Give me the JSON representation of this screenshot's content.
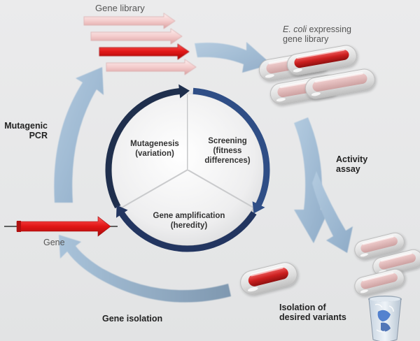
{
  "title": "Directed evolution cycle",
  "labels": {
    "gene_library": "Gene library",
    "ecoli_italic": "E. coli",
    "ecoli_rest": " expressing",
    "ecoli_line2": "gene library",
    "mutagenic_line1": "Mutagenic",
    "mutagenic_line2": "PCR",
    "activity_line1": "Activity",
    "activity_line2": "assay",
    "gene": "Gene",
    "gene_isolation": "Gene isolation",
    "isolation_line1": "Isolation of",
    "isolation_line2": "desired variants"
  },
  "cycle": {
    "segments": [
      {
        "line1": "Mutagenesis",
        "line2": "(variation)",
        "line3": ""
      },
      {
        "line1": "Screening",
        "line2": "(fitness",
        "line3": "differences)"
      },
      {
        "line1": "Gene amplification",
        "line2": "(heredity)",
        "line3": ""
      }
    ]
  },
  "icons": {
    "gene_arrows": [
      "gene-arrow-pale",
      "gene-arrow-pale",
      "gene-arrow-selected",
      "gene-arrow-pale"
    ],
    "cells": [
      "ecoli-cell",
      "ecoli-cell-selected",
      "ecoli-cell",
      "ecoli-cell"
    ],
    "discarded_cells": [
      "ecoli-cell",
      "ecoli-cell",
      "ecoli-cell"
    ],
    "trash": "trash-bin-icon"
  },
  "colors": {
    "background": "#e8e8e9",
    "flow_arrow": "#9db8d2",
    "ring_dark": "#1f2f4d",
    "ring_blue": "#2f4e86",
    "gene_red": "#e01818",
    "gene_pale": "#f6d3d3"
  }
}
